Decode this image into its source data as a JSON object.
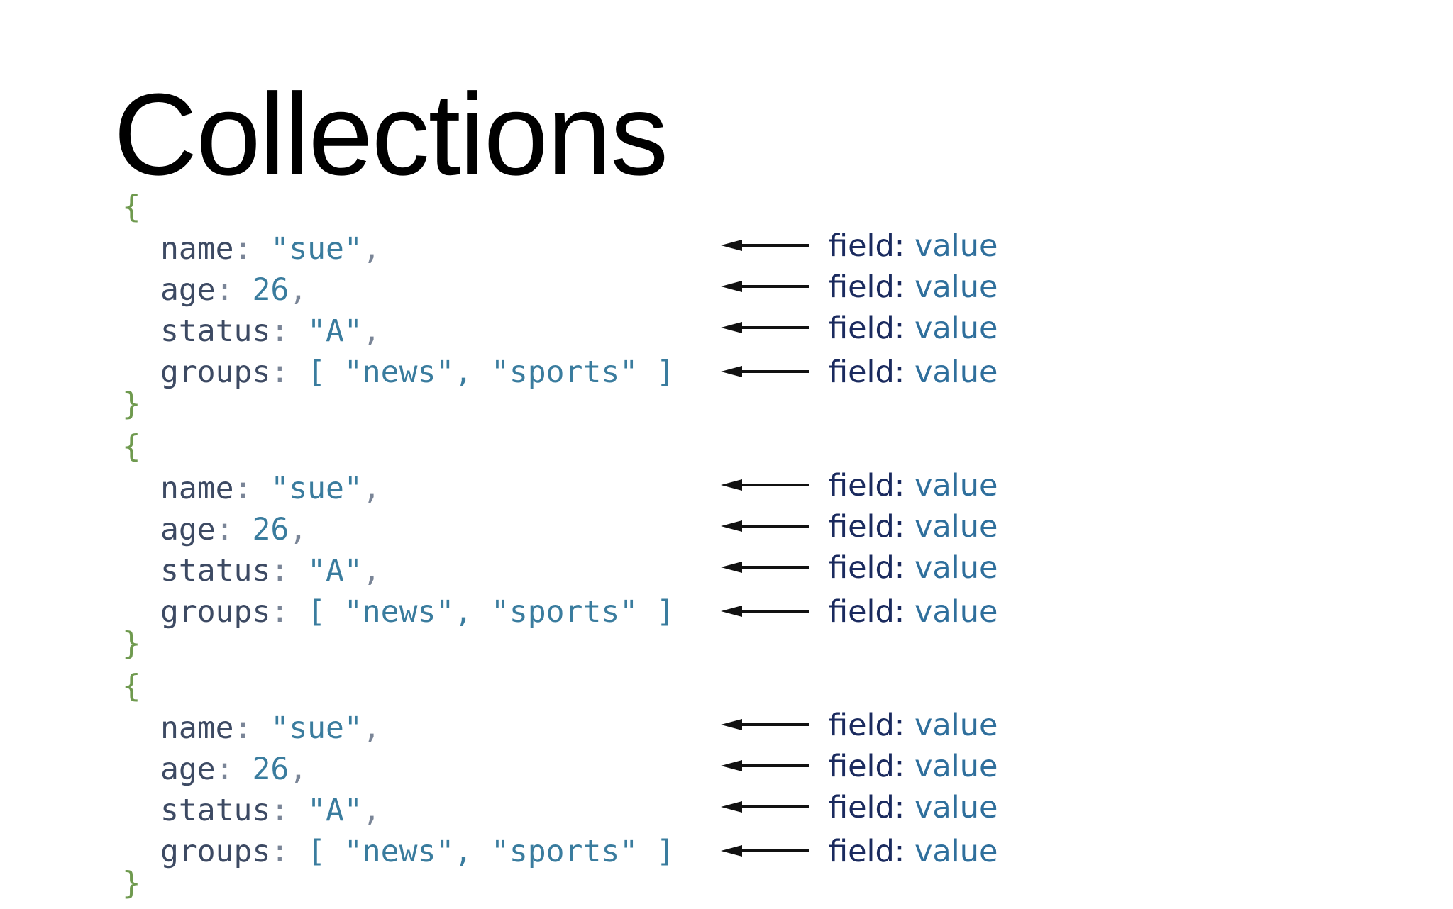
{
  "title": "Collections",
  "documents": [
    {
      "open_brace": "{",
      "close_brace": "}",
      "lines": [
        {
          "key": "name",
          "sep": ": ",
          "value": "\"sue\"",
          "tail": ","
        },
        {
          "key": "age",
          "sep": ": ",
          "value": "26",
          "tail": ","
        },
        {
          "key": "status",
          "sep": ": ",
          "value": "\"A\"",
          "tail": ","
        },
        {
          "key": "groups",
          "sep": ": ",
          "value": "[ \"news\", \"sports\" ]",
          "tail": ""
        }
      ],
      "annotations": [
        {
          "field": "field",
          "colon": ":",
          "value": " value"
        },
        {
          "field": "field",
          "colon": ":",
          "value": " value"
        },
        {
          "field": "field",
          "colon": ":",
          "value": " value"
        },
        {
          "field": "field",
          "colon": ":",
          "value": " value"
        }
      ]
    },
    {
      "open_brace": "{",
      "close_brace": "}",
      "lines": [
        {
          "key": "name",
          "sep": ": ",
          "value": "\"sue\"",
          "tail": ","
        },
        {
          "key": "age",
          "sep": ": ",
          "value": "26",
          "tail": ","
        },
        {
          "key": "status",
          "sep": ": ",
          "value": "\"A\"",
          "tail": ","
        },
        {
          "key": "groups",
          "sep": ": ",
          "value": "[ \"news\", \"sports\" ]",
          "tail": ""
        }
      ],
      "annotations": [
        {
          "field": "field",
          "colon": ":",
          "value": " value"
        },
        {
          "field": "field",
          "colon": ":",
          "value": " value"
        },
        {
          "field": "field",
          "colon": ":",
          "value": " value"
        },
        {
          "field": "field",
          "colon": ":",
          "value": " value"
        }
      ]
    },
    {
      "open_brace": "{",
      "close_brace": "}",
      "lines": [
        {
          "key": "name",
          "sep": ": ",
          "value": "\"sue\"",
          "tail": ","
        },
        {
          "key": "age",
          "sep": ": ",
          "value": "26",
          "tail": ","
        },
        {
          "key": "status",
          "sep": ": ",
          "value": "\"A\"",
          "tail": ","
        },
        {
          "key": "groups",
          "sep": ": ",
          "value": "[ \"news\", \"sports\" ]",
          "tail": ""
        }
      ],
      "annotations": [
        {
          "field": "field",
          "colon": ":",
          "value": " value"
        },
        {
          "field": "field",
          "colon": ":",
          "value": " value"
        },
        {
          "field": "field",
          "colon": ":",
          "value": " value"
        },
        {
          "field": "field",
          "colon": ":",
          "value": " value"
        }
      ]
    }
  ]
}
